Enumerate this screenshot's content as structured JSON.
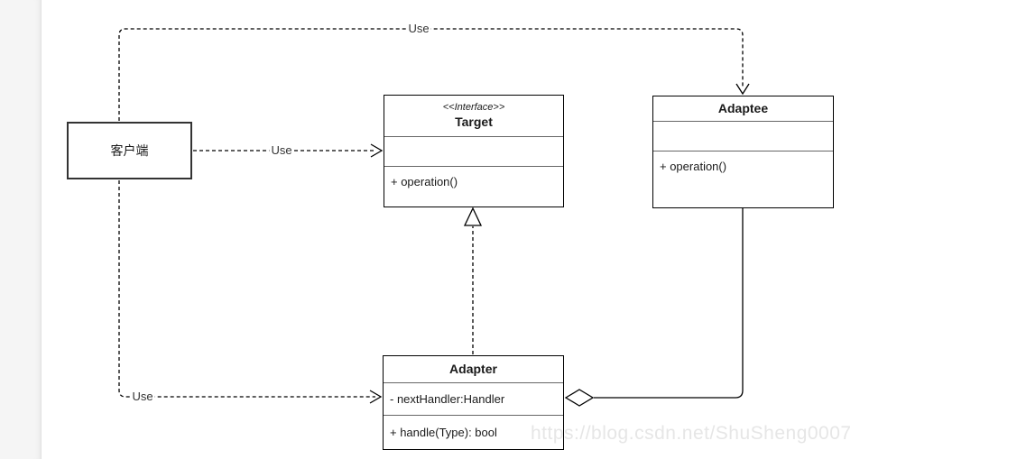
{
  "canvas": {
    "background": "#ffffff",
    "gutter_color": "#f5f5f5",
    "line_color": "#000000",
    "divider_color": "#666666"
  },
  "classes": {
    "client": {
      "name": "客户端"
    },
    "target": {
      "stereotype": "<<Interface>>",
      "name": "Target",
      "attributes": [],
      "operations": [
        "+ operation()"
      ]
    },
    "adaptee": {
      "name": "Adaptee",
      "attributes": [],
      "operations": [
        "+ operation()"
      ]
    },
    "adapter": {
      "name": "Adapter",
      "attributes": [
        "- nextHandler:Handler"
      ],
      "operations": [
        "+ handle(Type): bool"
      ]
    }
  },
  "edges": {
    "client_to_adaptee": {
      "label": "Use",
      "style": "dashed-open-arrow"
    },
    "client_to_target": {
      "label": "Use",
      "style": "dashed-open-arrow"
    },
    "client_to_adapter": {
      "label": "Use",
      "style": "dashed-open-arrow"
    },
    "adapter_implements_target": {
      "style": "dashed-hollow-triangle"
    },
    "adapter_aggregates_adaptee": {
      "style": "solid-hollow-diamond"
    }
  },
  "watermark": {
    "text": "https://blog.csdn.net/ShuSheng0007",
    "color": "#e6e6e6"
  }
}
